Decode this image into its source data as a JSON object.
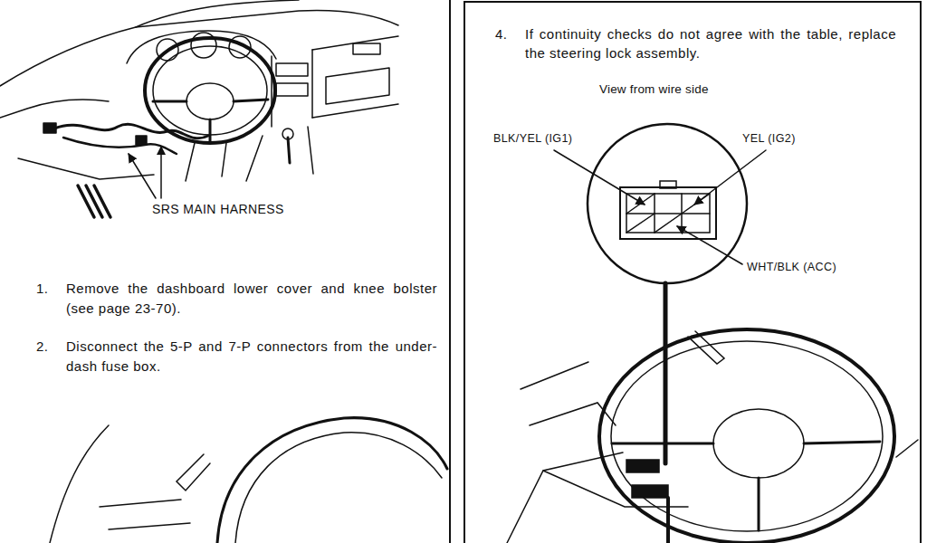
{
  "diagram": {
    "nodes": [
      {
        "text": [
          "SRS MAIN HARNESS",
          "1.",
          "Remove the dashboard lower cover and knee bolster (see page 23-70).",
          "2.",
          "Disconnect the 5-P and 7-P connectors from the under-dash fuse box."
        ]
      },
      {
        "text": [
          "4.",
          "If continuity checks do not agree with the table, replace the steering lock assembly.",
          "View from wire side",
          "BLK/YEL (IG1)",
          "YEL (IG2)",
          "WHT/BLK (ACC)"
        ]
      }
    ]
  }
}
